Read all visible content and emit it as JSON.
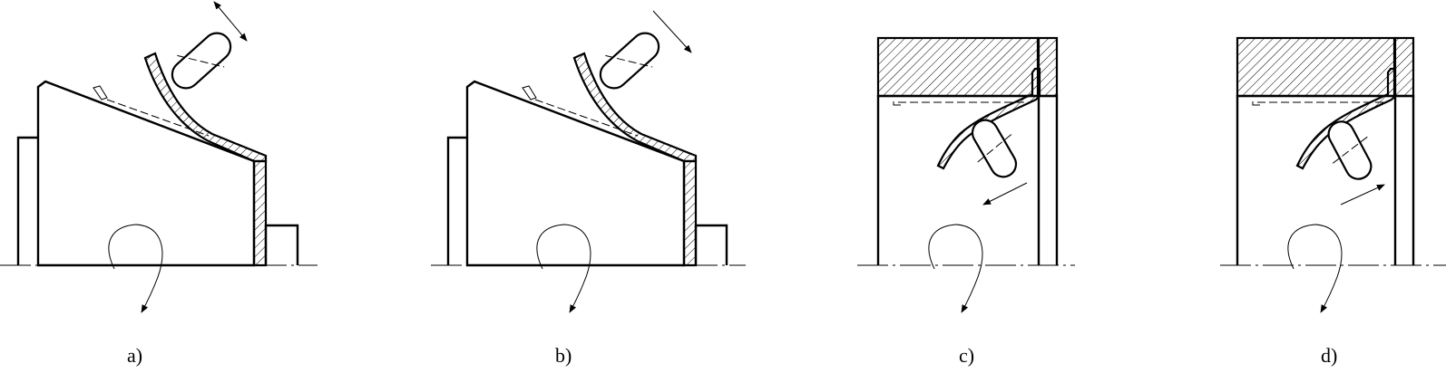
{
  "figure": {
    "panels": [
      {
        "id": "a",
        "label": "a)"
      },
      {
        "id": "b",
        "label": "b)"
      },
      {
        "id": "c",
        "label": "c)"
      },
      {
        "id": "d",
        "label": "d)"
      }
    ]
  }
}
